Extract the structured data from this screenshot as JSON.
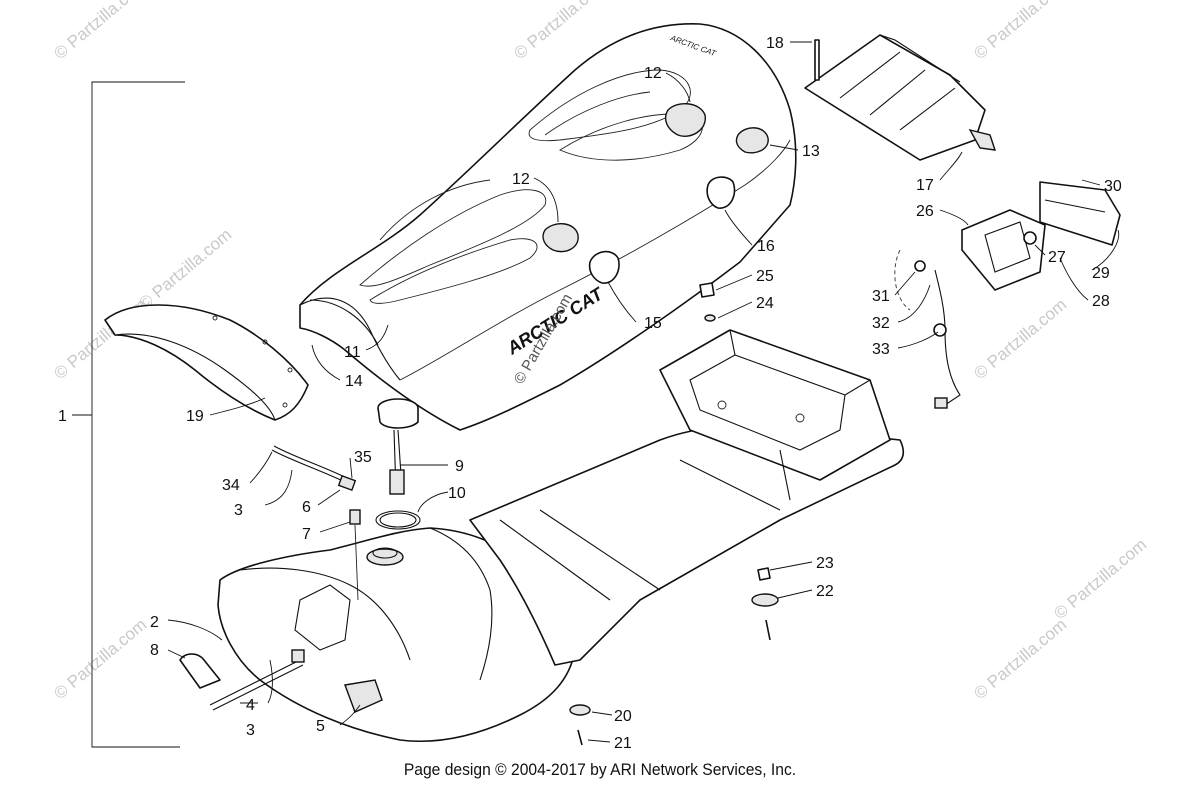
{
  "watermark": "© Partzilla.com",
  "watermark_center": "© Partzilla.com",
  "brand": {
    "seat_logo": "ARCTIC CAT",
    "seat_embroidery": "ARCTIC CAT"
  },
  "callouts": [
    "1",
    "2",
    "3",
    "3",
    "4",
    "5",
    "6",
    "7",
    "8",
    "9",
    "10",
    "11",
    "12",
    "12",
    "13",
    "14",
    "15",
    "16",
    "17",
    "18",
    "19",
    "20",
    "21",
    "22",
    "23",
    "24",
    "25",
    "26",
    "27",
    "28",
    "29",
    "30",
    "31",
    "32",
    "33",
    "34",
    "35"
  ],
  "footer": "Page design © 2004-2017 by ARI Network Services, Inc."
}
